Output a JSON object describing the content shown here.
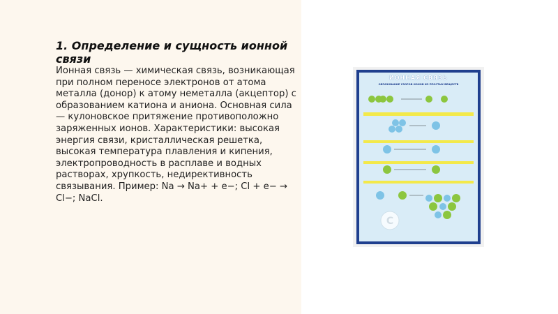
{
  "slide": {
    "title": "1. Определение и сущность ионной связи",
    "body": "Ионная связь — химическая связь, возникающая при полном переносе электронов от атома металла (донор) к атому неметалла (акцептор) с образованием катиона и аниона. Основная сила — кулоновское притяжение противоположно заряженных ионов. Характеристики: высокая энергия связи, кристаллическая решетка, высокая температура плавления и кипения, электропроводность в расплаве и водных растворах, хрупкость, недирективность связывания. Пример: Na → Na+ + e−; Cl + e− → Cl−; NaCl."
  },
  "poster": {
    "title": "ИОННАЯ СВЯЗЬ",
    "subtitle": "ОБРАЗОВАНИЕ УЗОРОВ ИОНОВ ИЗ ПРОСТЫХ ВЕЩЕСТВ"
  },
  "colors": {
    "left_panel": "#fdf7ee",
    "poster_frame": "#1f3f8e",
    "poster_bg": "#d9ecf7",
    "yellow_band": "#f3e94a",
    "green_atom": "#8cc63f",
    "blue_atom": "#7ec3e6"
  }
}
